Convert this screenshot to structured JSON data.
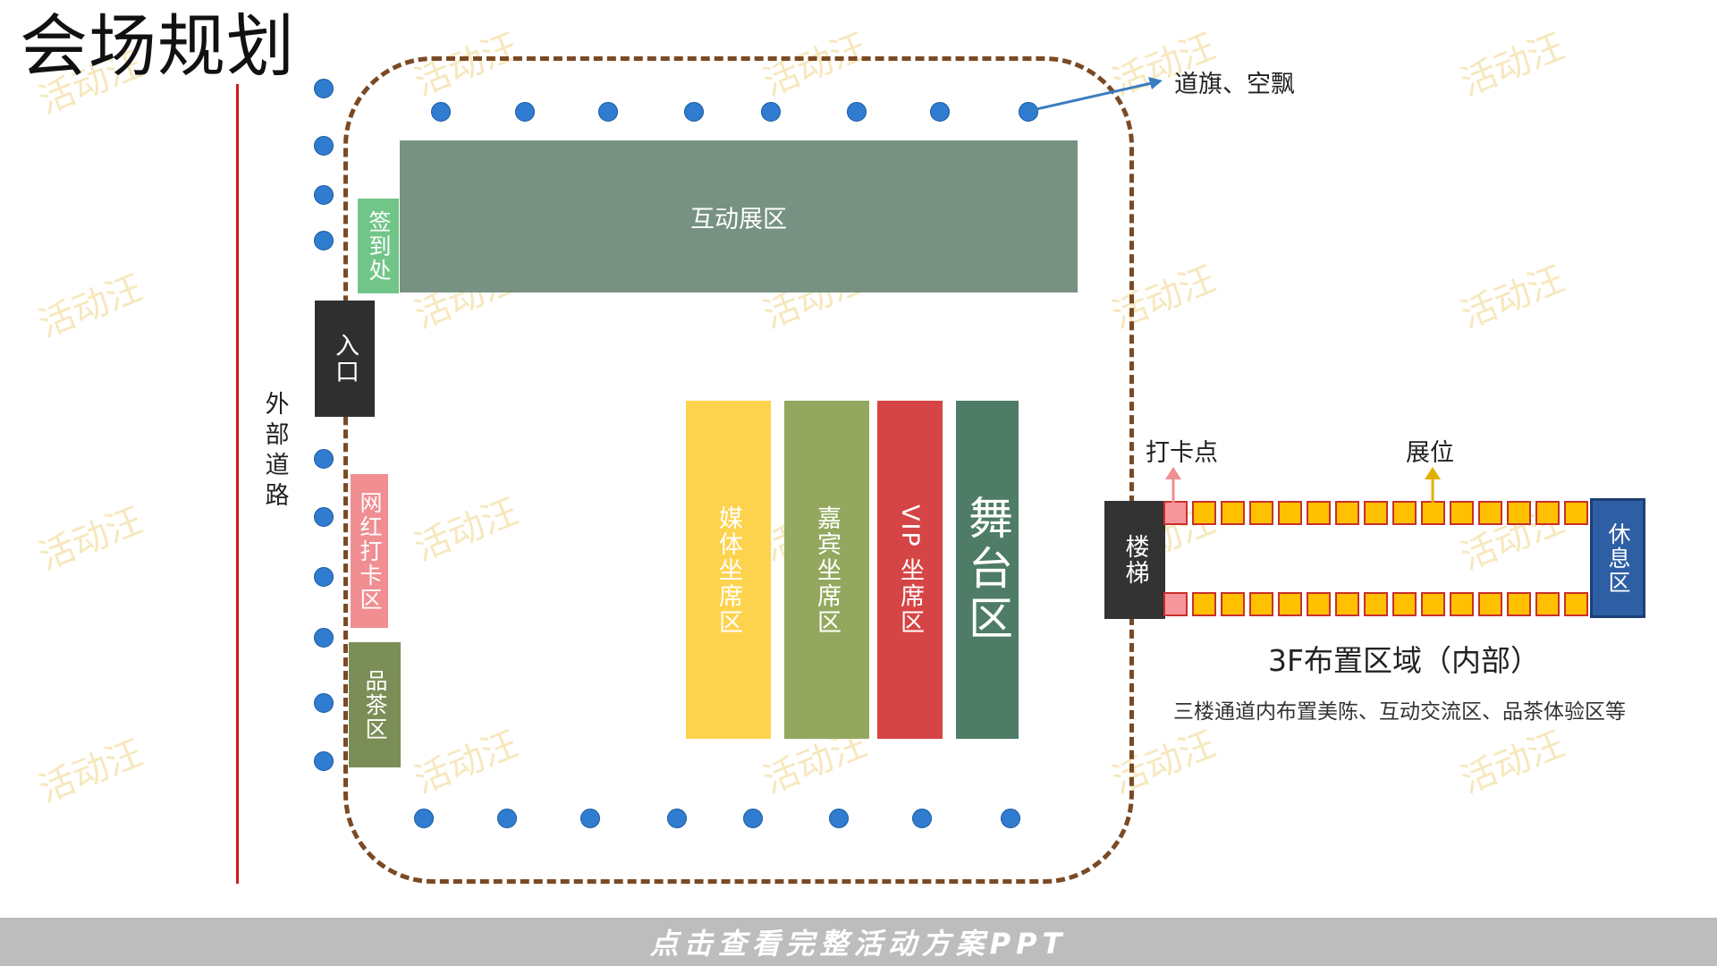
{
  "title": "会场规划",
  "road_label": "外部道路",
  "zones": {
    "interactive": "互动展区",
    "signin": "签到处",
    "entrance": "入口",
    "photo": "网红打卡区",
    "tea": "品茶区",
    "media": "媒体坐席区",
    "guest": "嘉宾坐席区",
    "vip": "VIP 坐席区",
    "stage": "舞台区",
    "stairs": "楼梯",
    "rest": "休息区"
  },
  "labels": {
    "flags": "道旗、空飘",
    "checkin_point": "打卡点",
    "booth": "展位"
  },
  "section": {
    "title": "3F布置区域（内部）",
    "note": "三楼通道内布置美陈、互动交流区、品茶体验区等"
  },
  "footer": "点击查看完整活动方案PPT",
  "watermark": "活动汪",
  "colors": {
    "road": "#d0191b",
    "boundary": "#7a4a25",
    "flag_dot": "#2f7cd0",
    "interactive": "#779282",
    "signin": "#71c588",
    "entrance": "#2f2f2f",
    "photo": "#f08e92",
    "tea": "#7c8e57",
    "media": "#fdd34e",
    "guest": "#93a85e",
    "vip": "#d64545",
    "stage": "#4e7c66",
    "booth": "#ffc000",
    "rest": "#2e5fa5"
  }
}
